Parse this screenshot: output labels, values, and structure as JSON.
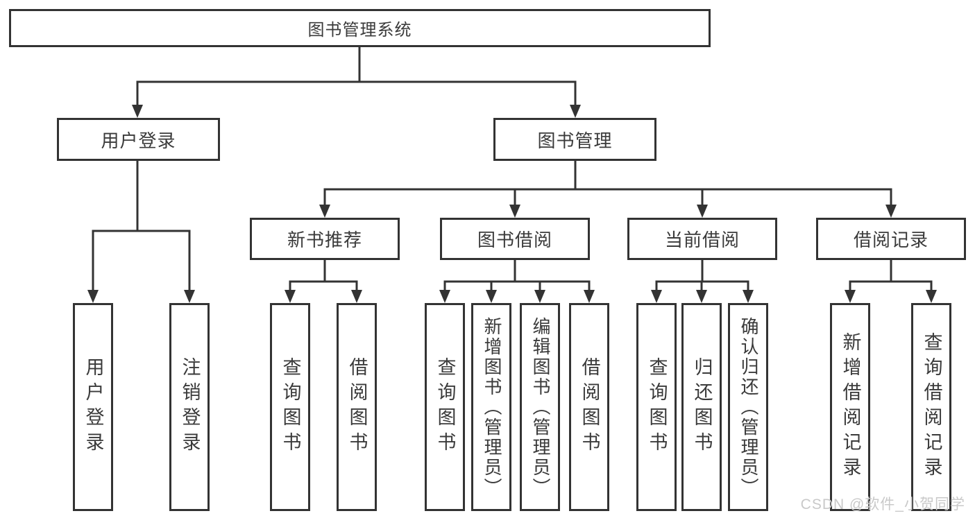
{
  "diagram": {
    "root": {
      "label": "图书管理系统"
    },
    "level2": [
      {
        "label": "用户登录"
      },
      {
        "label": "图书管理"
      }
    ],
    "level3": [
      {
        "label": "新书推荐"
      },
      {
        "label": "图书借阅"
      },
      {
        "label": "当前借阅"
      },
      {
        "label": "借阅记录"
      }
    ],
    "leaves": {
      "user_login": [
        {
          "label": "用户登录"
        },
        {
          "label": "注销登录"
        }
      ],
      "new_book": [
        {
          "label": "查询图书"
        },
        {
          "label": "借阅图书"
        }
      ],
      "book_borrow": [
        {
          "label": "查询图书"
        },
        {
          "label": "新增图书（管理员）"
        },
        {
          "label": "编辑图书（管理员）"
        },
        {
          "label": "借阅图书"
        }
      ],
      "current_borrow": [
        {
          "label": "查询图书"
        },
        {
          "label": "归还图书"
        },
        {
          "label": "确认归还（管理员）"
        }
      ],
      "borrow_record": [
        {
          "label": "新增借阅记录"
        },
        {
          "label": "查询借阅记录"
        }
      ]
    },
    "watermark": "CSDN @软件_小贺同学",
    "colors": {
      "line": "#333333",
      "text": "#3a3a3a",
      "watermark": "#c9c9c9",
      "background": "#ffffff"
    }
  }
}
